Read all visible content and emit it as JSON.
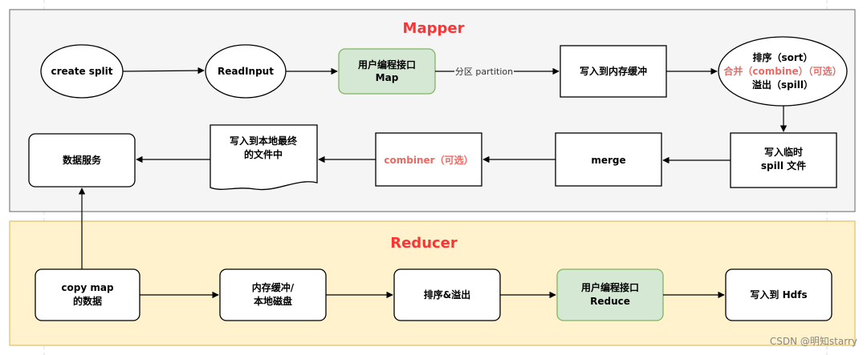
{
  "colors": {
    "mapper_bg": "#f5f5f5",
    "mapper_border": "#666666",
    "reducer_bg": "#fff2cc",
    "reducer_border": "#d6b656",
    "green_fill": "#d5e8d4",
    "green_border": "#82b366",
    "title_red": "#ff3333",
    "optional_red": "#ea6b66"
  },
  "mapper": {
    "title": "Mapper",
    "nodes": {
      "create_split": "create split",
      "read_input": "ReadInput",
      "user_map_line1": "用户编程接口",
      "user_map_line2": "Map",
      "write_buffer": "写入到内存缓冲",
      "sort_line1": "排序（sort）",
      "sort_line2": "合并（combine）（可选）",
      "sort_line3": "溢出（spill）",
      "write_temp_line1": "写入临时",
      "write_temp_line2": "spill 文件",
      "merge": "merge",
      "combiner": "combiner（可选）",
      "write_final_line1": "写入到本地最终",
      "write_final_line2": "的文件中",
      "data_service": "数据服务"
    },
    "edge_labels": {
      "partition": "分区 partition"
    }
  },
  "reducer": {
    "title": "Reducer",
    "nodes": {
      "copy_line1": "copy map",
      "copy_line2": "的数据",
      "buffer_line1": "内存缓冲/",
      "buffer_line2": "本地磁盘",
      "sort_spill": "排序&溢出",
      "user_reduce_line1": "用户编程接口",
      "user_reduce_line2": "Reduce",
      "write_hdfs": "写入到 Hdfs"
    }
  },
  "watermark": "CSDN @明知starry"
}
